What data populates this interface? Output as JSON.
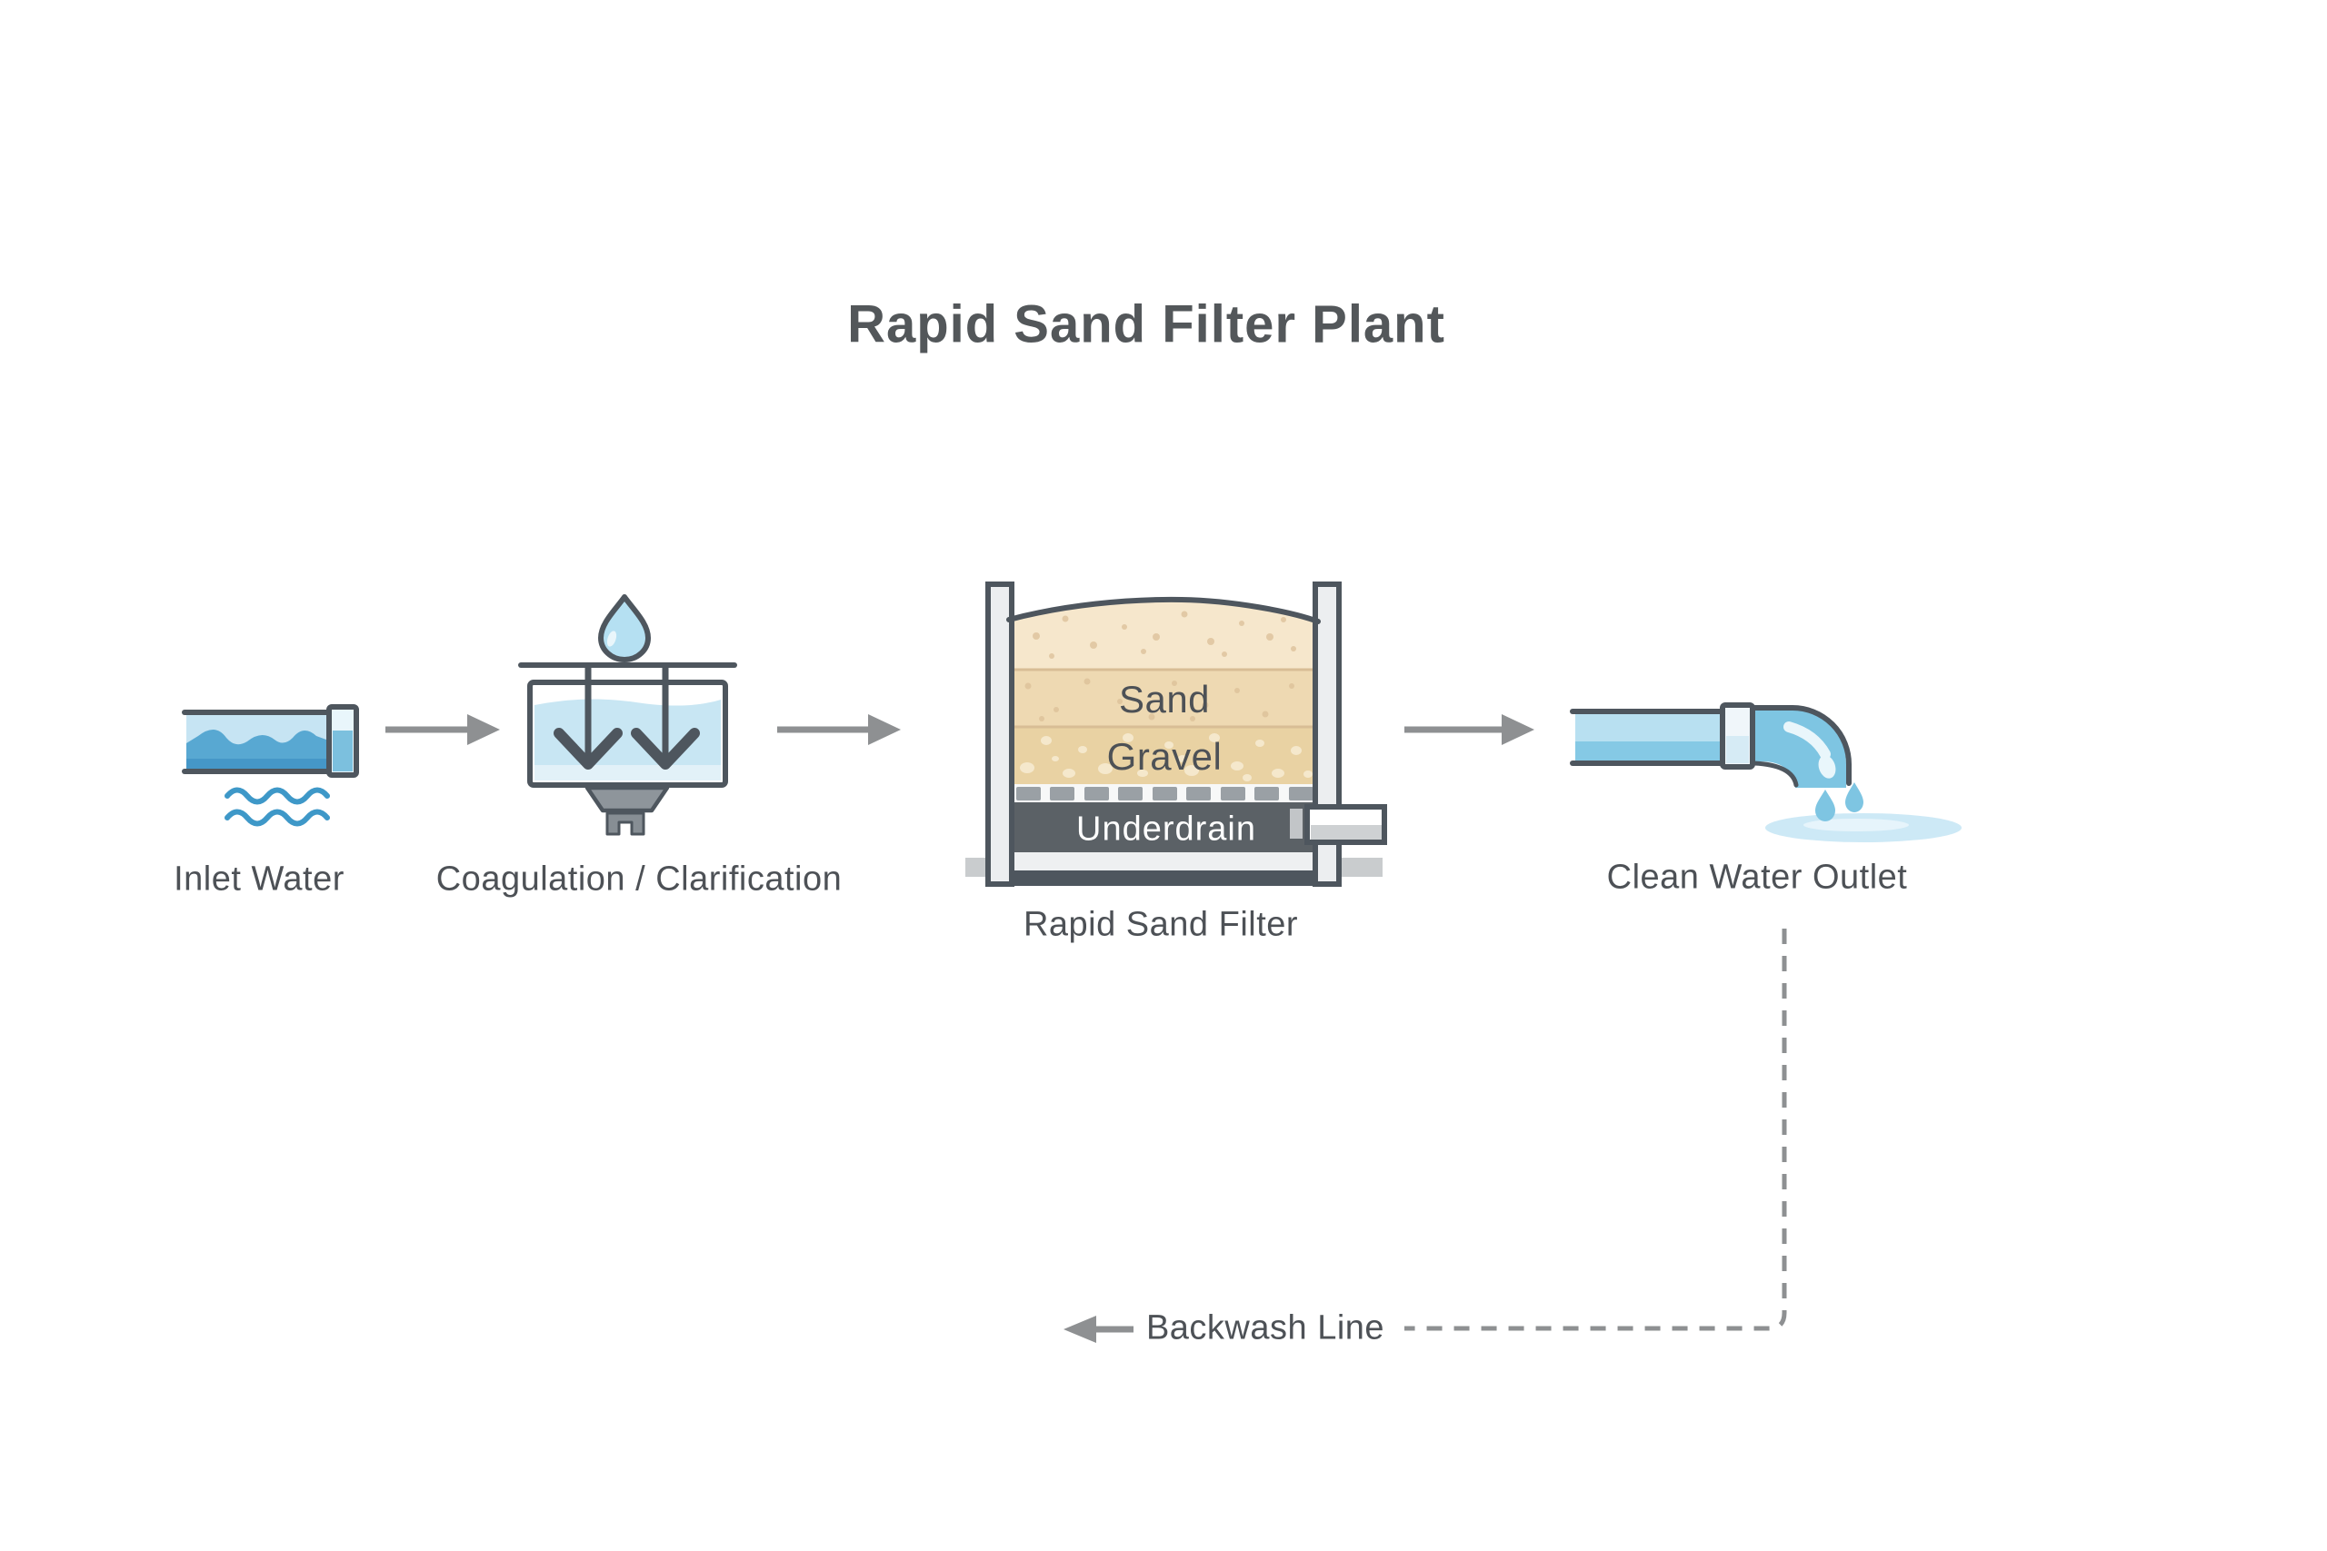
{
  "title": "Rapid Sand Filter Plant",
  "stages": [
    {
      "id": "inlet",
      "label": "Inlet Water",
      "icon": "inlet-pipe-icon"
    },
    {
      "id": "coagulation",
      "label": "Coagulation / Clarification",
      "icon": "coagulation-tank-icon"
    },
    {
      "id": "filter",
      "label": "Rapid Sand Filter",
      "icon": "sand-filter-icon",
      "layers": {
        "sand": "Sand",
        "gravel": "Gravel",
        "underdrain": "Underdrain"
      }
    },
    {
      "id": "outlet",
      "label": "Clean Water Outlet",
      "icon": "outlet-pipe-icon"
    }
  ],
  "flow": {
    "arrow_count": 3,
    "direction": "left-to-right"
  },
  "backwash": {
    "label": "Backwash Line",
    "direction": "left",
    "line_style": "dashed"
  },
  "colors": {
    "title": "#53575a",
    "text": "#4d5156",
    "ink": "#4e565e",
    "arrow": "#8e9092",
    "waterPale": "#c6e4f3",
    "waterMid": "#58a8d2",
    "waterDeep": "#4597c8",
    "waterLight": "#b8e0f1",
    "waterBand": "#85c9e5",
    "tankWater": "#c8e6f3",
    "tankWaterLight": "#e2f1f8",
    "droplet": "#b5e0f2",
    "gray": "#8e959b",
    "wall": "#eceef0",
    "sandLight": "#f6e7cc",
    "sand": "#eed9b2",
    "gravel": "#e9d2a3",
    "pebble": "#f5e8cc",
    "speckle": "#dcc098",
    "nozzle": "#9aa0a5",
    "underdrain": "#5b6166",
    "pipeGray": "#ced1d3",
    "base": "#c9ccce",
    "puddle": "#cde9f6",
    "spout": "#7ec5e2",
    "highlight": "#e9f6fb",
    "boundary": "#d8bd95",
    "waveLine": "#3e98c8",
    "background": "#ffffff"
  }
}
